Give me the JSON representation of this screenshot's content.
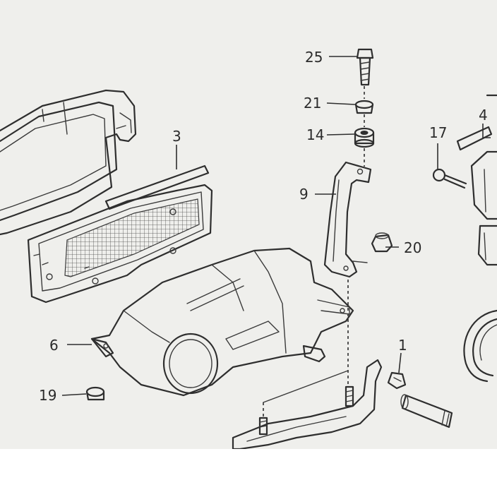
{
  "diagram": {
    "background_color": "#efefec",
    "ink_color": "#2e2e2e",
    "callouts": [
      {
        "id": "25",
        "label": "25"
      },
      {
        "id": "21",
        "label": "21"
      },
      {
        "id": "14",
        "label": "14"
      },
      {
        "id": "4",
        "label": "4"
      },
      {
        "id": "17",
        "label": "17"
      },
      {
        "id": "3",
        "label": "3"
      },
      {
        "id": "9",
        "label": "9"
      },
      {
        "id": "20",
        "label": "20"
      },
      {
        "id": "6",
        "label": "6"
      },
      {
        "id": "1",
        "label": "1"
      },
      {
        "id": "19",
        "label": "19"
      }
    ]
  }
}
